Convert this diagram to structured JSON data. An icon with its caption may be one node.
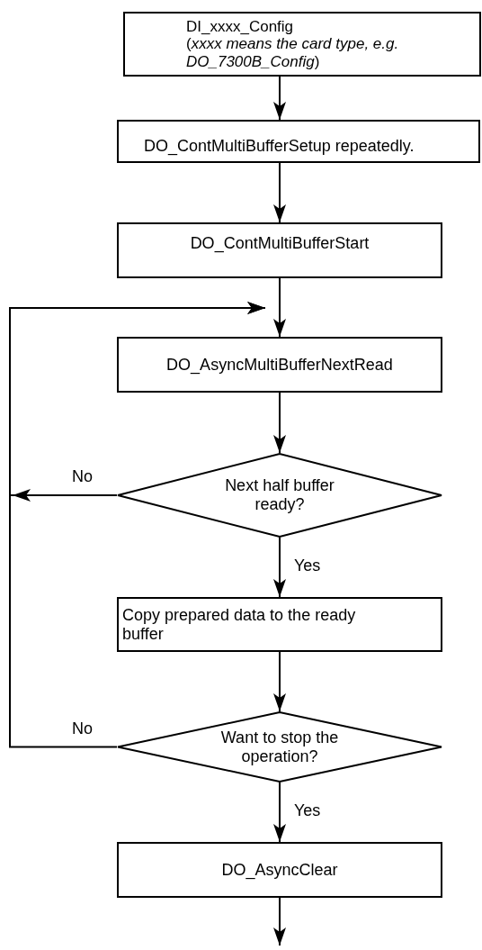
{
  "diagram": {
    "nodes": [
      {
        "text": [
          "DI_xxxx_Config",
          "(*xxxx means the card type, e.g. DO_7300B_Config*)"
        ]
      },
      {
        "text": [
          "DO_ContMultiBufferSetup repeatedly."
        ]
      },
      {
        "text": [
          "DO_ContMultiBufferStart"
        ]
      },
      {
        "text": [
          "DO_AsyncMultiBufferNextRead"
        ]
      },
      {
        "text": [
          "Next half buffer ready?"
        ]
      },
      {
        "text": [
          "Copy prepared data to the ready buffer"
        ]
      },
      {
        "text": [
          "Want to stop the operation?"
        ]
      },
      {
        "text": [
          "DO_AsyncClear"
        ]
      }
    ],
    "edges": [
      {
        "from": 0,
        "to": 1,
        "arrow": "to"
      },
      {
        "from": 1,
        "to": 2,
        "arrow": "to"
      },
      {
        "from": 2,
        "to": 3,
        "arrow": "to"
      },
      {
        "from": 3,
        "to": 4,
        "arrow": "to"
      },
      {
        "from": 4,
        "to": 3,
        "arrow": "to",
        "label": "No"
      },
      {
        "from": 4,
        "to": 5,
        "arrow": "to",
        "label": "Yes"
      },
      {
        "from": 5,
        "to": 6,
        "arrow": "to"
      },
      {
        "from": 6,
        "to": 3,
        "arrow": "to",
        "label": "No"
      },
      {
        "from": 6,
        "to": 7,
        "arrow": "to",
        "label": "Yes"
      },
      {
        "from": 7,
        "to": null,
        "arrow": "to"
      }
    ]
  }
}
